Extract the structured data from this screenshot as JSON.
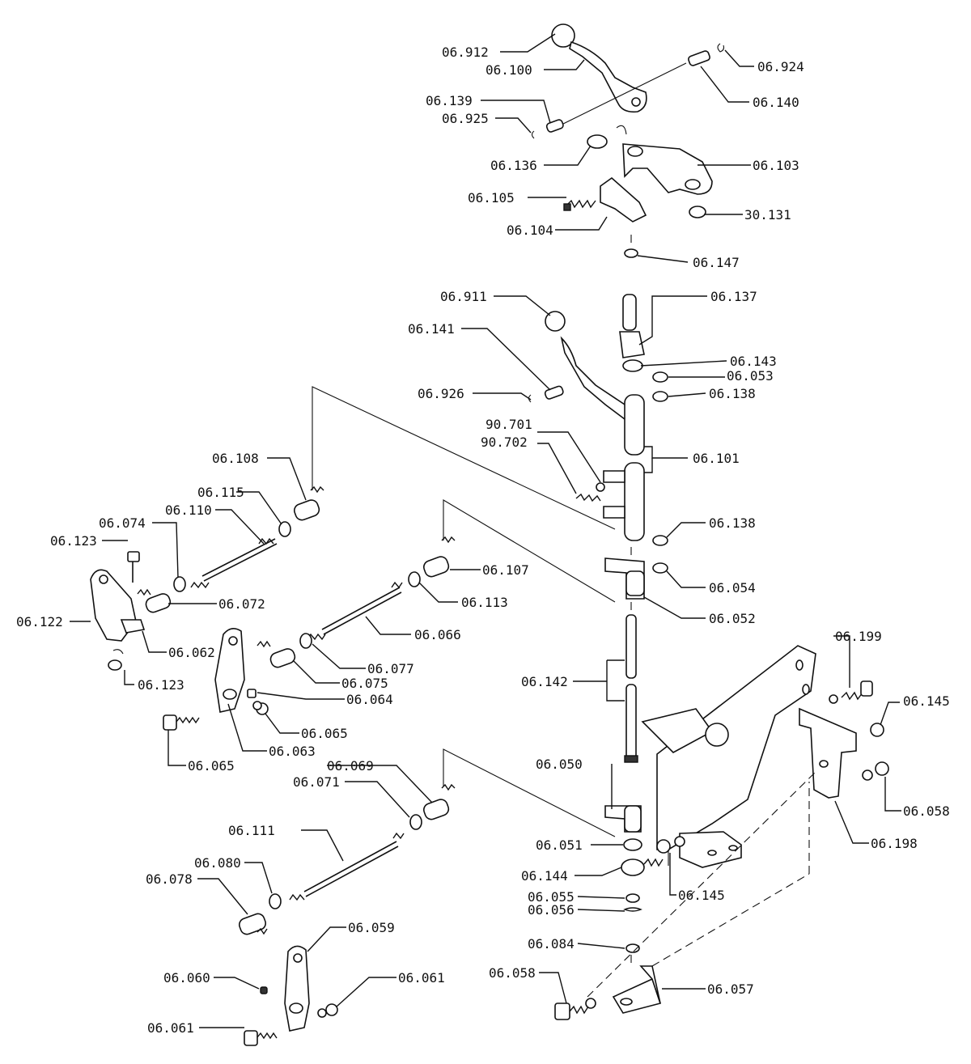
{
  "labels": [
    "06.912",
    "06.100",
    "06.924",
    "06.139",
    "06.925",
    "06.140",
    "06.136",
    "06.103",
    "06.105",
    "30.131",
    "06.104",
    "06.147",
    "06.911",
    "06.137",
    "06.141",
    "06.143",
    "06.053",
    "06.926",
    "06.138",
    "90.701",
    "90.702",
    "06.101",
    "06.108",
    "06.115",
    "06.110",
    "06.074",
    "06.123",
    "06.138",
    "06.107",
    "06.054",
    "06.072",
    "06.113",
    "06.122",
    "06.052",
    "06.062",
    "06.066",
    "06.123",
    "06.199",
    "06.077",
    "06.075",
    "06.142",
    "06.064",
    "06.145",
    "06.065",
    "06.065",
    "06.063",
    "06.069",
    "06.050",
    "06.071",
    "06.058",
    "06.111",
    "06.198",
    "06.051",
    "06.080",
    "06.078",
    "06.144",
    "06.145",
    "06.055",
    "06.056",
    "06.059",
    "06.084",
    "06.058",
    "06.061",
    "06.060",
    "06.057",
    "06.061"
  ]
}
